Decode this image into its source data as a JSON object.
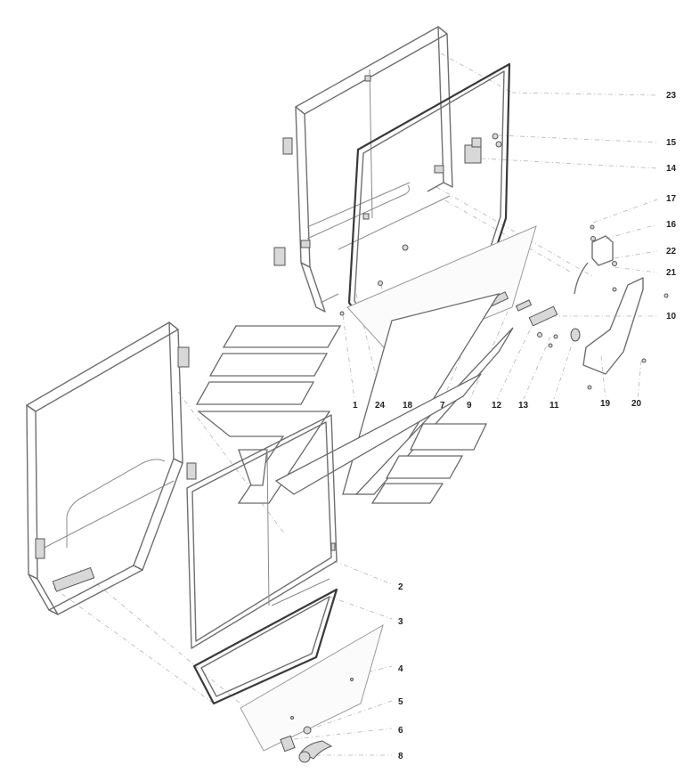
{
  "callouts": [
    {
      "id": "c23",
      "label": "23"
    },
    {
      "id": "c15",
      "label": "15"
    },
    {
      "id": "c14",
      "label": "14"
    },
    {
      "id": "c17",
      "label": "17"
    },
    {
      "id": "c16",
      "label": "16"
    },
    {
      "id": "c22",
      "label": "22"
    },
    {
      "id": "c21",
      "label": "21"
    },
    {
      "id": "c10",
      "label": "10"
    },
    {
      "id": "c1",
      "label": "1"
    },
    {
      "id": "c24",
      "label": "24"
    },
    {
      "id": "c18",
      "label": "18"
    },
    {
      "id": "c7",
      "label": "7"
    },
    {
      "id": "c9",
      "label": "9"
    },
    {
      "id": "c12",
      "label": "12"
    },
    {
      "id": "c13",
      "label": "13"
    },
    {
      "id": "c11",
      "label": "11"
    },
    {
      "id": "c19",
      "label": "19"
    },
    {
      "id": "c20",
      "label": "20"
    },
    {
      "id": "c2",
      "label": "2"
    },
    {
      "id": "c3",
      "label": "3"
    },
    {
      "id": "c4",
      "label": "4"
    },
    {
      "id": "c5",
      "label": "5"
    },
    {
      "id": "c6",
      "label": "6"
    },
    {
      "id": "c8",
      "label": "8"
    }
  ],
  "colors": {
    "line": "#6f6f6f",
    "heavy": "#3a3a3a",
    "leader": "#b5b5b5",
    "text": "#222222"
  }
}
